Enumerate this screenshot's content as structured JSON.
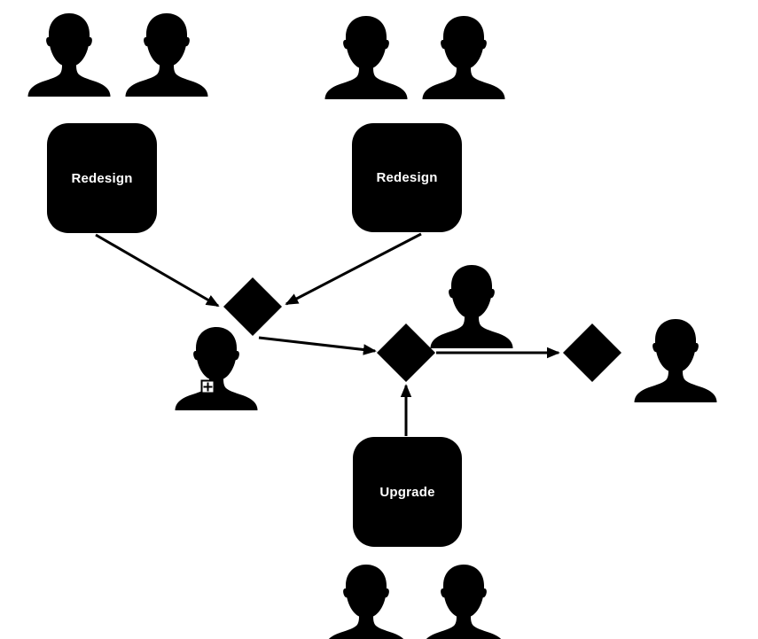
{
  "diagram": {
    "background_color": "#ffffff",
    "shape_color": "#000000",
    "label_color": "#ffffff",
    "tasks": [
      {
        "id": "task-redesign-left",
        "label": "Redesign"
      },
      {
        "id": "task-redesign-right",
        "label": "Redesign"
      },
      {
        "id": "task-upgrade",
        "label": "Upgrade"
      }
    ],
    "decision_diamonds": [
      {
        "id": "decision-left"
      },
      {
        "id": "decision-middle"
      },
      {
        "id": "decision-right"
      }
    ],
    "person_icons": [
      {
        "id": "person-top-left-1"
      },
      {
        "id": "person-top-left-2"
      },
      {
        "id": "person-top-middle-1"
      },
      {
        "id": "person-top-middle-2"
      },
      {
        "id": "person-mid-left"
      },
      {
        "id": "person-mid-center"
      },
      {
        "id": "person-right"
      },
      {
        "id": "person-bottom-1"
      },
      {
        "id": "person-bottom-2"
      }
    ],
    "connectors": [
      {
        "from": "task-redesign-left",
        "to": "decision-left"
      },
      {
        "from": "task-redesign-right",
        "to": "decision-left"
      },
      {
        "from": "decision-left",
        "to": "decision-middle"
      },
      {
        "from": "task-upgrade",
        "to": "decision-middle"
      },
      {
        "from": "decision-middle",
        "to": "decision-right"
      }
    ],
    "cursor": {
      "type": "add-plus-box"
    }
  }
}
